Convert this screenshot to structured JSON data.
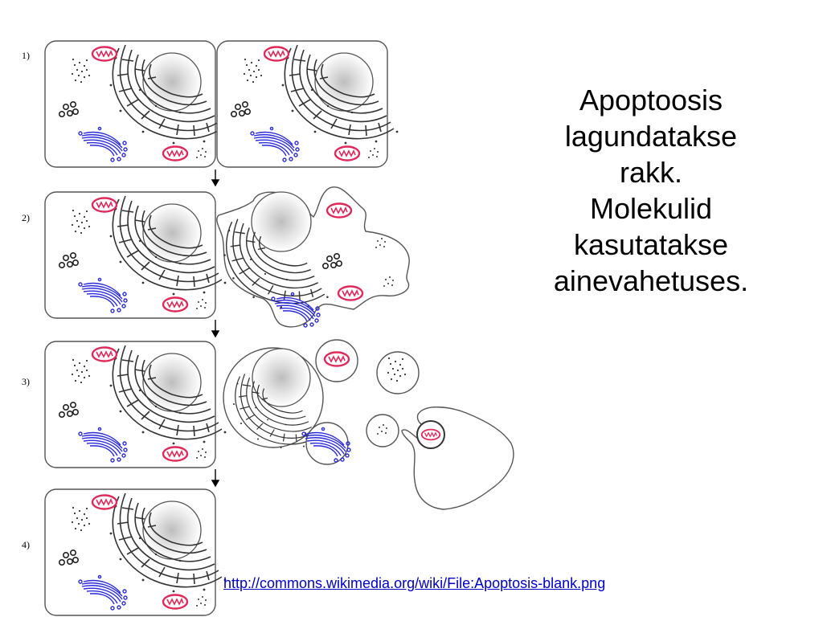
{
  "diagram": {
    "step_labels": [
      "1)",
      "2)",
      "3)",
      "4)"
    ],
    "colors": {
      "outline": "#555555",
      "mitochondria": "#e0285a",
      "golgi": "#2a2adf",
      "nucleolus": "#c8c8c8",
      "er": "#333333"
    }
  },
  "text": {
    "lines": [
      "Apoptoosis",
      "lagundatakse",
      "rakk.",
      "Molekulid",
      "kasutatakse",
      "ainevahetuses."
    ]
  },
  "source": {
    "link": "http://commons.wikimedia.org/wiki/File:Apoptosis-blank.png"
  }
}
